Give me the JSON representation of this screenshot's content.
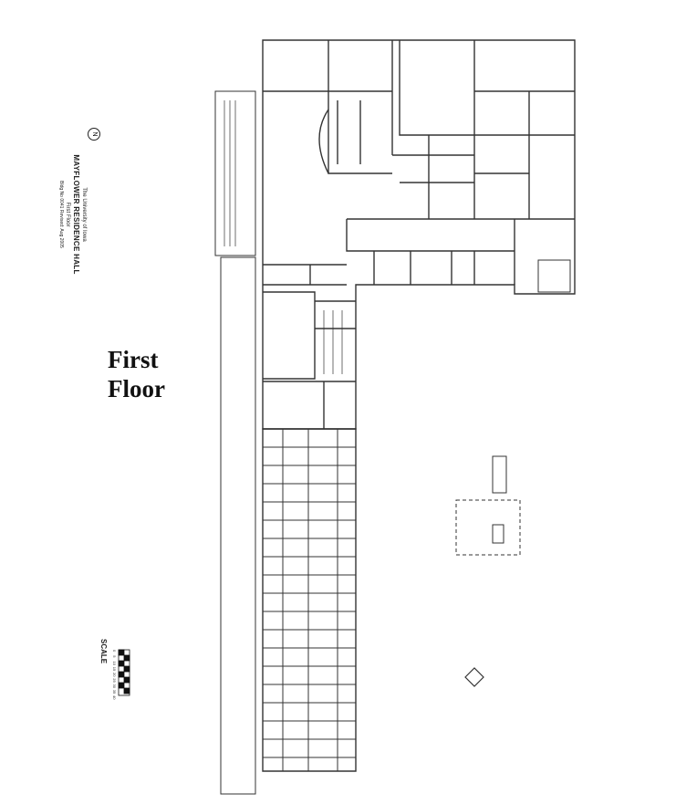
{
  "title": {
    "line1": "First",
    "line2": "Floor"
  },
  "header": {
    "org": "The University of Iowa",
    "building": "MAYFLOWER RESIDENCE HALL",
    "floor": "First Floor",
    "note": "Bldg No 0041   Revised:   Aug 2005"
  },
  "north_symbol": "N",
  "scale": {
    "label": "SCALE",
    "ticks": [
      "0",
      "5",
      "10",
      "15",
      "20",
      "25",
      "30",
      "35",
      "40"
    ]
  },
  "colors": {
    "ink": "#222222",
    "paper": "#ffffff"
  }
}
